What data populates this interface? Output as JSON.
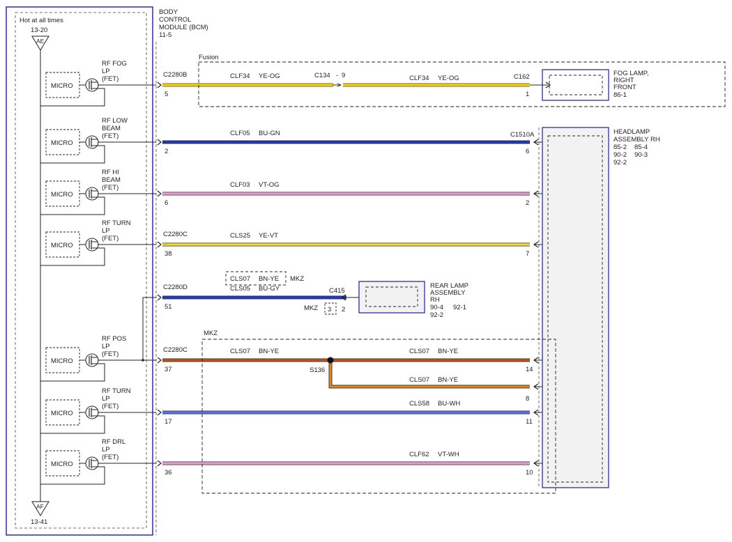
{
  "bcm": {
    "hot_label": "Hot at all times",
    "top_ref": "13-20",
    "top_conn": "AE",
    "bottom_conn": "AF",
    "bottom_ref": "13-41",
    "title_lines": [
      "BODY",
      "CONTROL",
      "MODULE (BCM)",
      "11-5"
    ]
  },
  "circuits": [
    {
      "id": "fog",
      "func": [
        "RF FOG",
        "LP",
        "(FET)"
      ],
      "micro": "MICRO",
      "conn": "C2280B",
      "pin": "5",
      "circuit": "CLF34",
      "color_code": "YE-OG",
      "wire_color": "#f2d000",
      "end_pin": "1"
    },
    {
      "id": "low",
      "func": [
        "RF LOW",
        "BEAM",
        "(FET)"
      ],
      "micro": "MICRO",
      "conn": "",
      "pin": "2",
      "circuit": "CLF05",
      "color_code": "BU-GN",
      "wire_color": "#1f35b3",
      "end_pin": "6"
    },
    {
      "id": "hi",
      "func": [
        "RF HI",
        "BEAM",
        "(FET)"
      ],
      "micro": "MICRO",
      "conn": "",
      "pin": "6",
      "circuit": "CLF03",
      "color_code": "VT-OG",
      "wire_color": "#e59ad0",
      "end_pin": "2"
    },
    {
      "id": "turn",
      "func": [
        "RF TURN",
        "LP",
        "(FET)"
      ],
      "micro": "MICRO",
      "conn": "C2280C",
      "pin": "38",
      "circuit": "CLS25",
      "color_code": "YE-VT",
      "wire_color": "#ecd63b",
      "end_pin": "7"
    },
    {
      "id": "rear",
      "func": [],
      "micro": "",
      "conn": "C2280D",
      "pin": "51",
      "circuit": "CLS05",
      "color_code": "BU-GY",
      "wire_color": "#1f35d6",
      "end_pin": ""
    },
    {
      "id": "pos",
      "func": [
        "RF POS",
        "LP",
        "(FET)"
      ],
      "micro": "MICRO",
      "conn": "C2280C",
      "pin": "37",
      "circuit": "CLS07",
      "color_code": "BN-YE",
      "wire_color": "#b8521c",
      "end_pin": "14"
    },
    {
      "id": "turn2",
      "func": [
        "RF TURN",
        "LP",
        "(FET)"
      ],
      "micro": "MICRO",
      "conn": "",
      "pin": "17",
      "circuit": "CLS58",
      "color_code": "BU-WH",
      "wire_color": "#5a6fe0",
      "end_pin": "11"
    },
    {
      "id": "drl",
      "func": [
        "RF DRL",
        "LP",
        "(FET)"
      ],
      "micro": "MICRO",
      "conn": "",
      "pin": "36",
      "circuit": "CLF62",
      "color_code": "VT-WH",
      "wire_color": "#e59ad0",
      "end_pin": "10"
    }
  ],
  "fog_extra": {
    "region": "Fusion",
    "inline_conn": "C134",
    "inline_pin": "9",
    "right_circuit": "CLF34",
    "right_color_code": "YE-OG",
    "end_conn": "C162"
  },
  "fog_lamp": {
    "lines": [
      "FOG LAMP,",
      "RIGHT",
      "FRONT"
    ],
    "ref": "86-1"
  },
  "headlamp": {
    "end_conn": "C1510A",
    "lines": [
      "HEADLAMP",
      "ASSEMBLY RH"
    ],
    "refs": [
      "85-2",
      "85-4",
      "90-2",
      "90-3",
      "92-2"
    ]
  },
  "rear_lamp": {
    "conn": "C415",
    "lines": [
      "REAR LAMP",
      "ASSEMBLY",
      "RH"
    ],
    "refs": [
      "90-4",
      "92-1",
      "92-2"
    ],
    "alt_circuit": "CLS07",
    "alt_color": "BN-YE",
    "alt_variant": "MKZ",
    "mkz_label": "MKZ",
    "mkz_pin": "3",
    "pin": "2"
  },
  "mkz": {
    "region": "MKZ",
    "splice": "S136",
    "branch_circuit": "CLS07",
    "branch_color_code": "BN-YE",
    "branch_pin": "8"
  }
}
